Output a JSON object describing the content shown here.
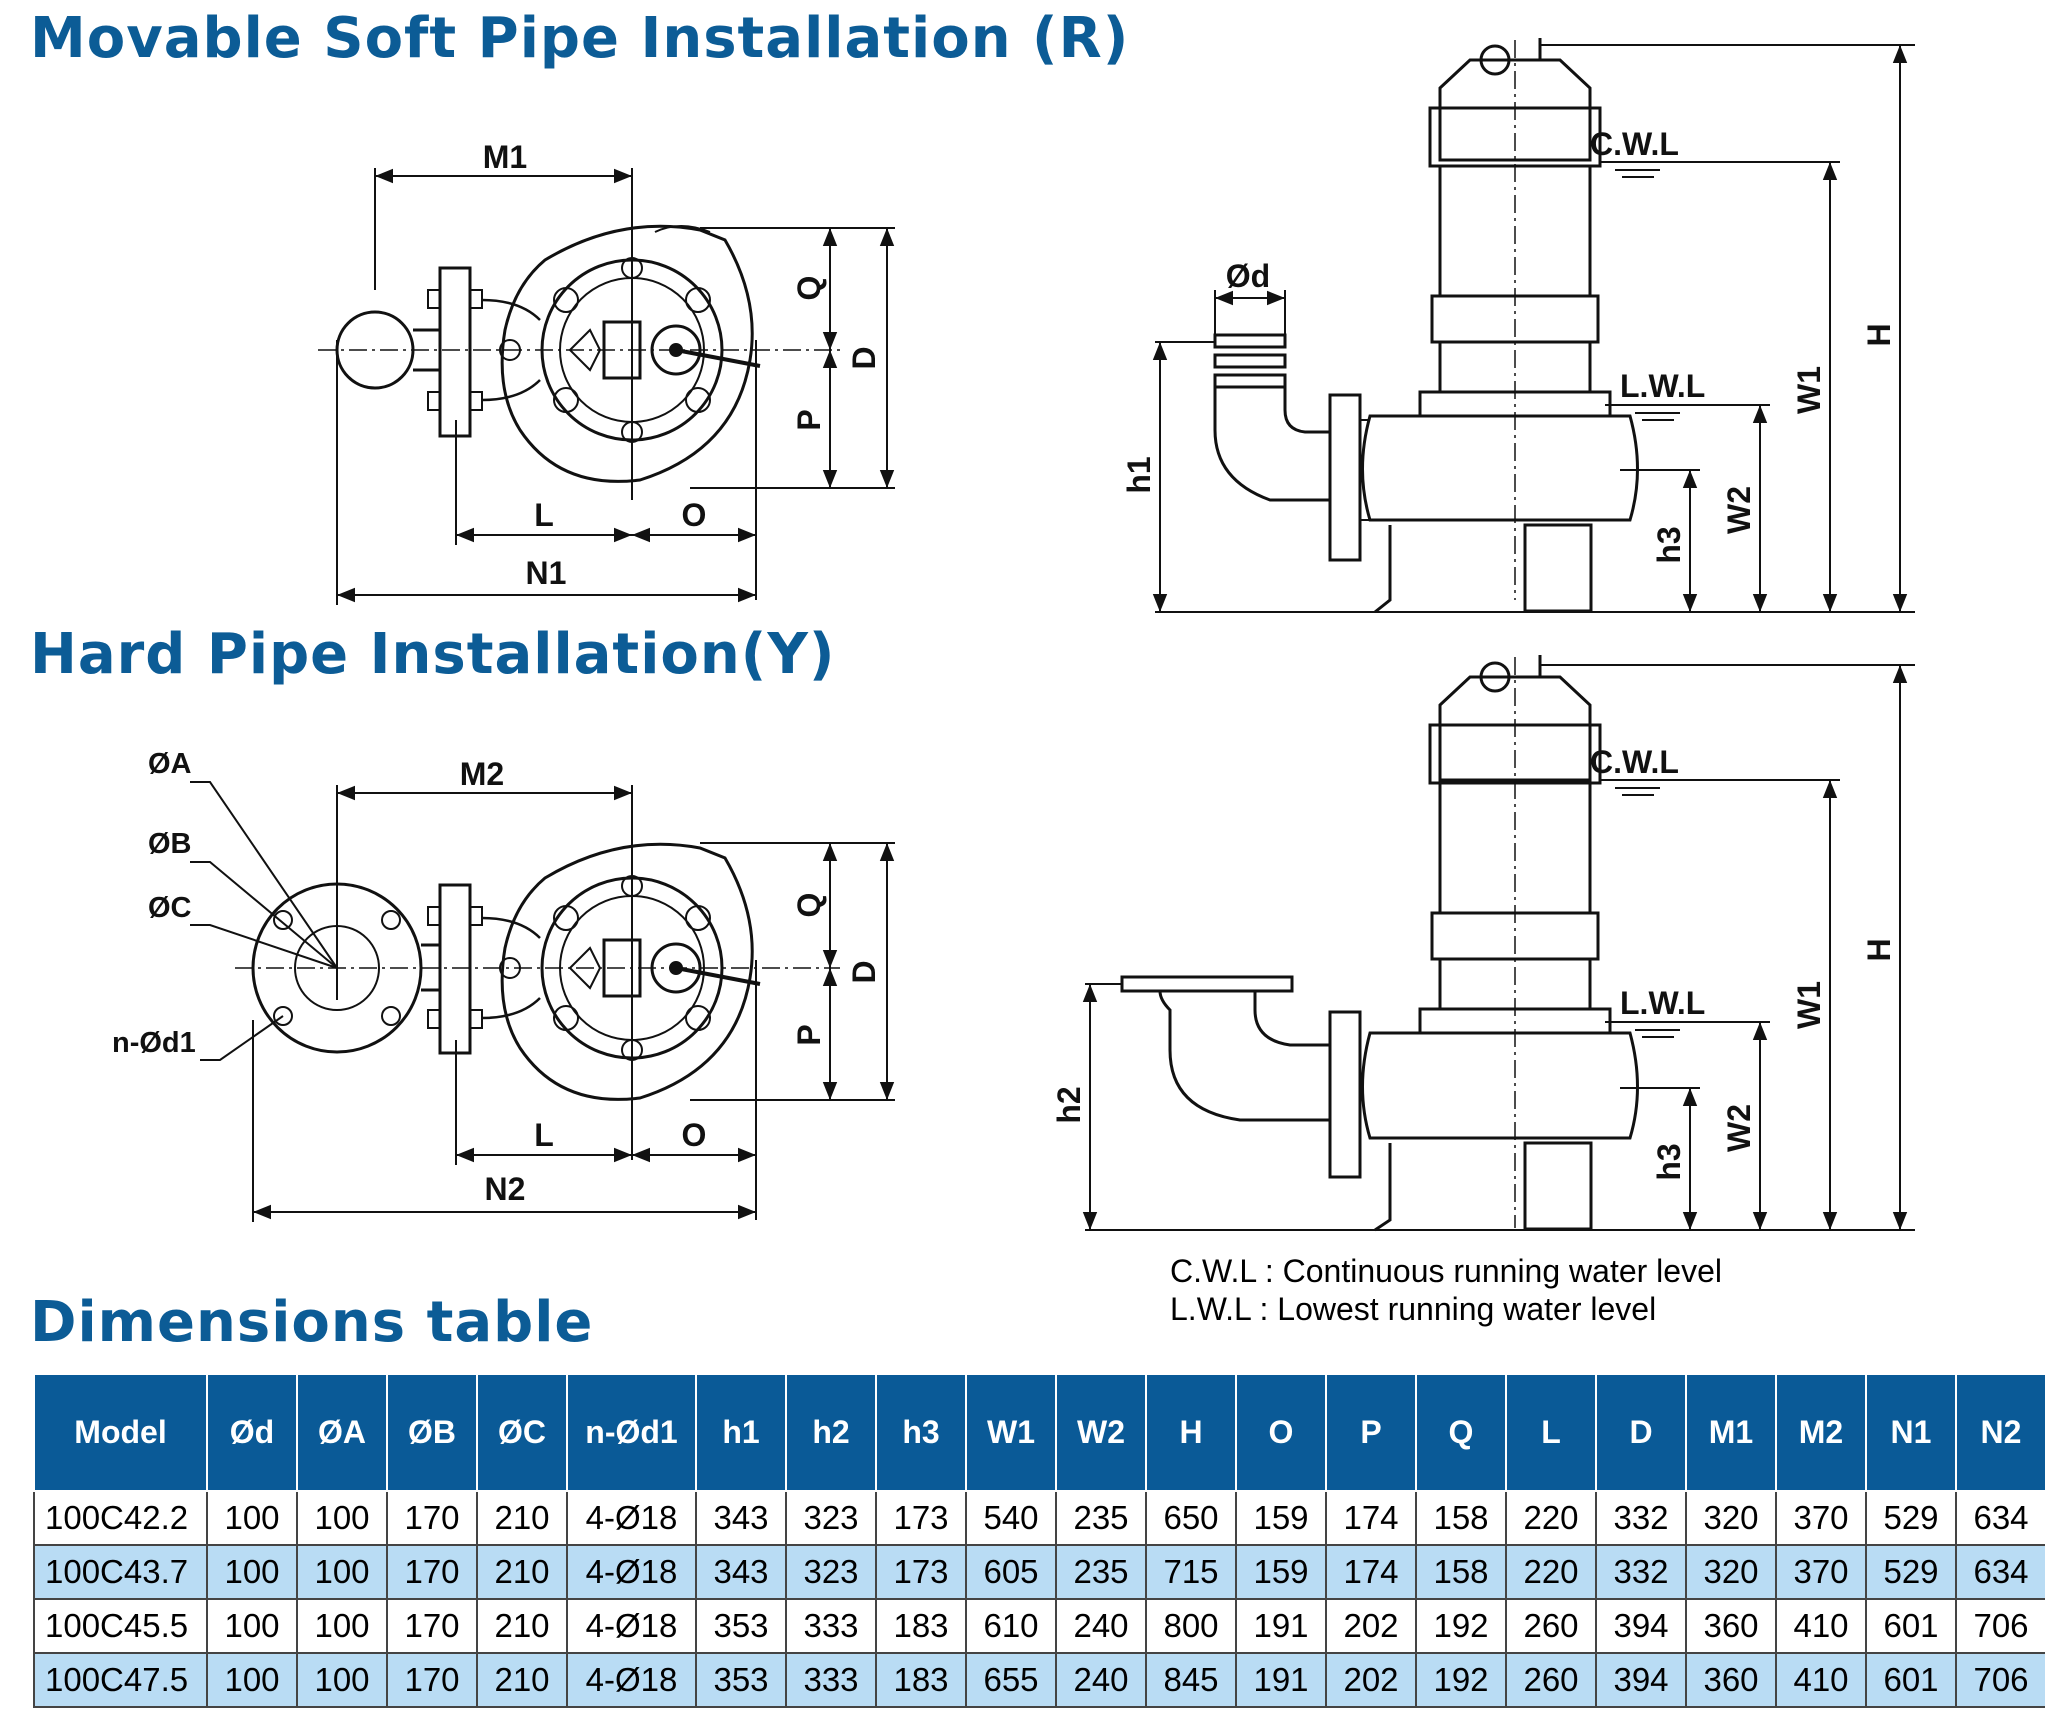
{
  "titles": {
    "movable": "Movable Soft Pipe Installation (R)",
    "hard": "Hard Pipe Installation(Y)",
    "dimensions": "Dimensions table"
  },
  "diagram_labels": {
    "m1": "M1",
    "m2": "M2",
    "q": "Q",
    "p": "P",
    "d": "D",
    "l": "L",
    "o": "O",
    "n1": "N1",
    "n2": "N2",
    "phi_d": "Ød",
    "phi_a": "ØA",
    "phi_b": "ØB",
    "phi_c": "ØC",
    "n_d1": "n-Ød1",
    "h1": "h1",
    "h2": "h2",
    "h3": "h3",
    "w1": "W1",
    "w2": "W2",
    "h": "H",
    "cwl": "C.W.L",
    "lwl": "L.W.L"
  },
  "legend": {
    "cwl": "C.W.L : Continuous running water level",
    "lwl": "L.W.L : Lowest running water level"
  },
  "colors": {
    "title": "#0c5c96",
    "header_bg": "#0a5a97",
    "alt_row": "#b9dcf4"
  },
  "table": {
    "headers": [
      "Model",
      "Ød",
      "ØA",
      "ØB",
      "ØC",
      "n-Ød1",
      "h1",
      "h2",
      "h3",
      "W1",
      "W2",
      "H",
      "O",
      "P",
      "Q",
      "L",
      "D",
      "M1",
      "M2",
      "N1",
      "N2"
    ],
    "rows": [
      [
        "100C42.2",
        "100",
        "100",
        "170",
        "210",
        "4-Ø18",
        "343",
        "323",
        "173",
        "540",
        "235",
        "650",
        "159",
        "174",
        "158",
        "220",
        "332",
        "320",
        "370",
        "529",
        "634"
      ],
      [
        "100C43.7",
        "100",
        "100",
        "170",
        "210",
        "4-Ø18",
        "343",
        "323",
        "173",
        "605",
        "235",
        "715",
        "159",
        "174",
        "158",
        "220",
        "332",
        "320",
        "370",
        "529",
        "634"
      ],
      [
        "100C45.5",
        "100",
        "100",
        "170",
        "210",
        "4-Ø18",
        "353",
        "333",
        "183",
        "610",
        "240",
        "800",
        "191",
        "202",
        "192",
        "260",
        "394",
        "360",
        "410",
        "601",
        "706"
      ],
      [
        "100C47.5",
        "100",
        "100",
        "170",
        "210",
        "4-Ø18",
        "353",
        "333",
        "183",
        "655",
        "240",
        "845",
        "191",
        "202",
        "192",
        "260",
        "394",
        "360",
        "410",
        "601",
        "706"
      ]
    ]
  }
}
